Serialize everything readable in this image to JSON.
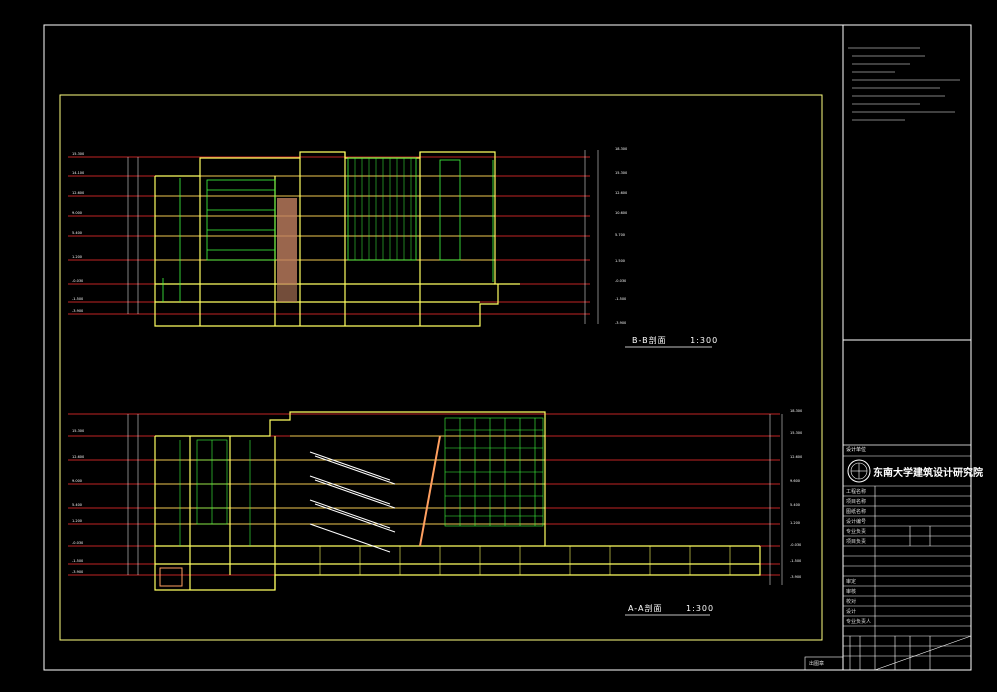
{
  "sections": [
    {
      "id": "bb",
      "title": "B-B剖面",
      "scale": "1:300"
    },
    {
      "id": "aa",
      "title": "A-A剖面",
      "scale": "1:300"
    }
  ],
  "title_block": {
    "header_label": "设计单位",
    "institute": "东南大学建筑设计研究院",
    "rows": [
      "工程名称",
      "项目名称",
      "图纸名称",
      "设计编号",
      "专业负责",
      "项目负责",
      "审定",
      "审核",
      "校对",
      "设计",
      "专业负责人"
    ],
    "stamp_label": "出图章"
  },
  "colors": {
    "frame": "#ffffff",
    "inner": "#ffff80",
    "floor": "#ff3030",
    "wall": "#ffff60",
    "glass": "#40ff40",
    "accent": "#ff9060"
  }
}
